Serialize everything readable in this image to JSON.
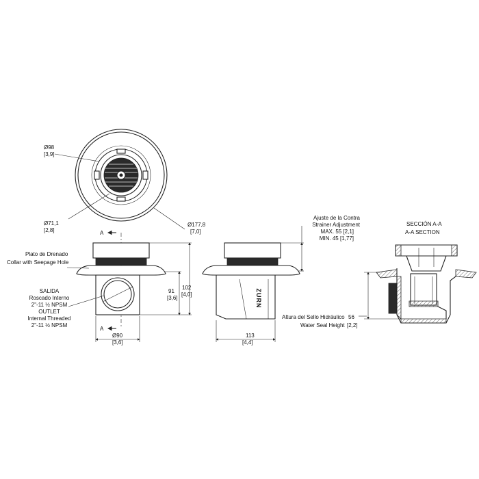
{
  "top_view": {
    "dim_98": {
      "mm": "Ø98",
      "in": "[3,9]"
    },
    "dim_71": {
      "mm": "Ø71,1",
      "in": "[2,8]"
    },
    "dim_177": {
      "mm": "Ø177,8",
      "in": "[7,0]"
    },
    "section_marker": "A"
  },
  "front_view": {
    "collar_es": "Plato de Drenado",
    "collar_en": "Collar with Seepage Hole",
    "outlet_lines": [
      "SALIDA",
      "Roscado Interno",
      "2\"-11 ½ NPSM",
      "OUTLET",
      "Internal Threaded",
      "2\"-11 ½ NPSM"
    ],
    "dim_91": {
      "mm": "91",
      "in": "[3,6]"
    },
    "dim_102": {
      "mm": "102",
      "in": "[4,0]"
    },
    "dim_90": {
      "mm": "Ø90",
      "in": "[3,6]"
    },
    "section_marker": "A"
  },
  "side_view": {
    "adjust_lines": [
      "Ajuste de la Contra",
      "Strainer Adjustment",
      "MAX. 55 [2,1]",
      "MIN. 45 [1,77]"
    ],
    "dim_113": {
      "mm": "113",
      "in": "[4,4]"
    },
    "brand": "ZURN",
    "seal_es": "Altura del Sello Hidráulico",
    "seal_en": "Water Seal Height",
    "seal_mm": "56",
    "seal_in": "[2,2]"
  },
  "section_view": {
    "title_es": "SECCIÓN A-A",
    "title_en": "A-A SECTION"
  },
  "colors": {
    "line": "#222222",
    "background": "#ffffff"
  }
}
